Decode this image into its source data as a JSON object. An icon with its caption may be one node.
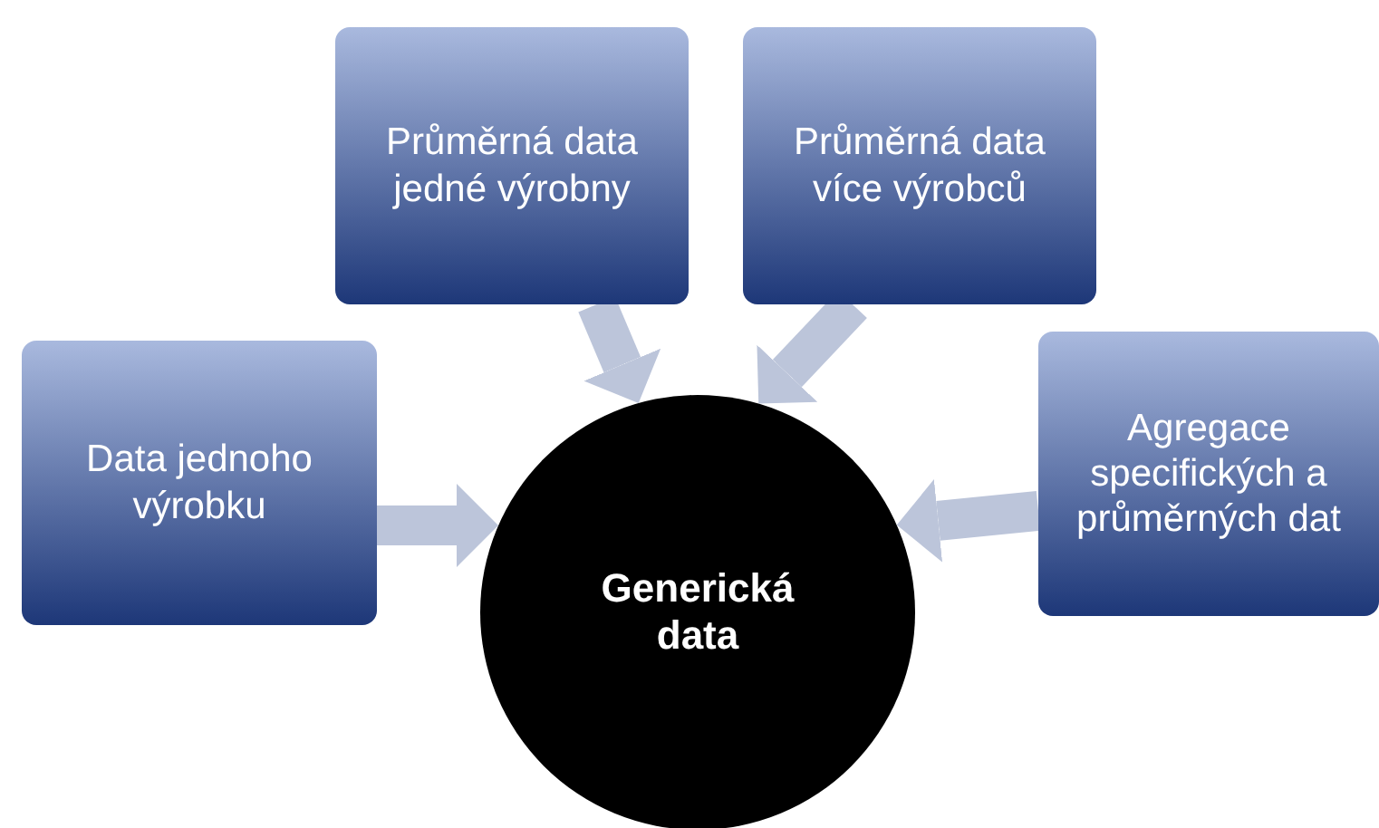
{
  "diagram": {
    "nodes": [
      {
        "text": [
          "Data jednoho výrobku"
        ]
      },
      {
        "text": [
          "Průměrná data jedné výrobny"
        ]
      },
      {
        "text": [
          "Průměrná data více výrobců"
        ]
      },
      {
        "text": [
          "Agregace specifických a průměrných dat"
        ]
      },
      {
        "text": [
          "Generická data"
        ]
      }
    ],
    "edges": [
      {
        "from": 0,
        "to": 4,
        "arrow": "to"
      },
      {
        "from": 1,
        "to": 4,
        "arrow": "to"
      },
      {
        "from": 2,
        "to": 4,
        "arrow": "to"
      },
      {
        "from": 3,
        "to": 4,
        "arrow": "to"
      }
    ]
  }
}
